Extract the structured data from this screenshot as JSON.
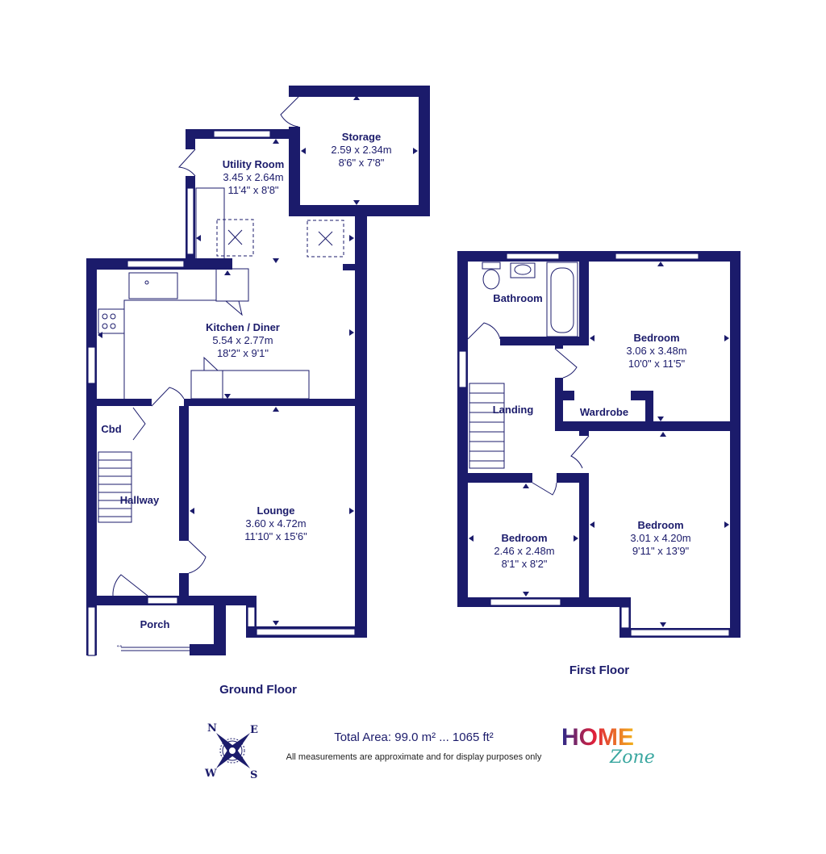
{
  "ground_floor": {
    "title": "Ground Floor",
    "rooms": [
      {
        "name": "Storage",
        "metric": "2.59 x 2.34m",
        "imperial": "8'6\" x 7'8\""
      },
      {
        "name": "Utility Room",
        "metric": "3.45 x 2.64m",
        "imperial": "11'4\" x 8'8\""
      },
      {
        "name": "Kitchen / Diner",
        "metric": "5.54 x 2.77m",
        "imperial": "18'2\" x 9'1\""
      },
      {
        "name": "Lounge",
        "metric": "3.60 x 4.72m",
        "imperial": "11'10\" x 15'6\""
      },
      {
        "name": "Cbd"
      },
      {
        "name": "Hallway"
      },
      {
        "name": "Porch"
      }
    ]
  },
  "first_floor": {
    "title": "First Floor",
    "rooms": [
      {
        "name": "Bathroom"
      },
      {
        "name": "Bedroom",
        "metric": "3.06 x 3.48m",
        "imperial": "10'0\" x 11'5\""
      },
      {
        "name": "Wardrobe"
      },
      {
        "name": "Landing"
      },
      {
        "name": "Bedroom",
        "metric": "2.46 x 2.48m",
        "imperial": "8'1\" x 8'2\""
      },
      {
        "name": "Bedroom",
        "metric": "3.01 x 4.20m",
        "imperial": "9'11\" x 13'9\""
      }
    ]
  },
  "footer": {
    "total_area": "Total Area: 99.0 m² ... 1065 ft²",
    "disclaimer": "All measurements are approximate and for display purposes only",
    "compass": {
      "n": "N",
      "e": "E",
      "s": "S",
      "w": "W"
    },
    "logo_text": "HOME Zone"
  },
  "colors": {
    "walls": "#1b1b6b"
  }
}
